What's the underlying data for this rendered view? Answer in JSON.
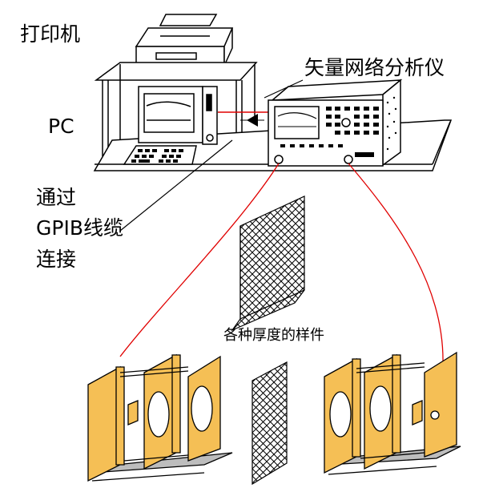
{
  "labels": {
    "printer": "打印机",
    "analyzer": "矢量网络分析仪",
    "pc": "PC",
    "gpib_line1": "通过",
    "gpib_line2": "GPIB线缆",
    "gpib_line3": "连接",
    "samples": "各种厚度的样件"
  },
  "colors": {
    "cable": "#e00000",
    "fixture_plate": "#f5bf55",
    "rail": "#bdbdbd",
    "line": "#000000"
  }
}
